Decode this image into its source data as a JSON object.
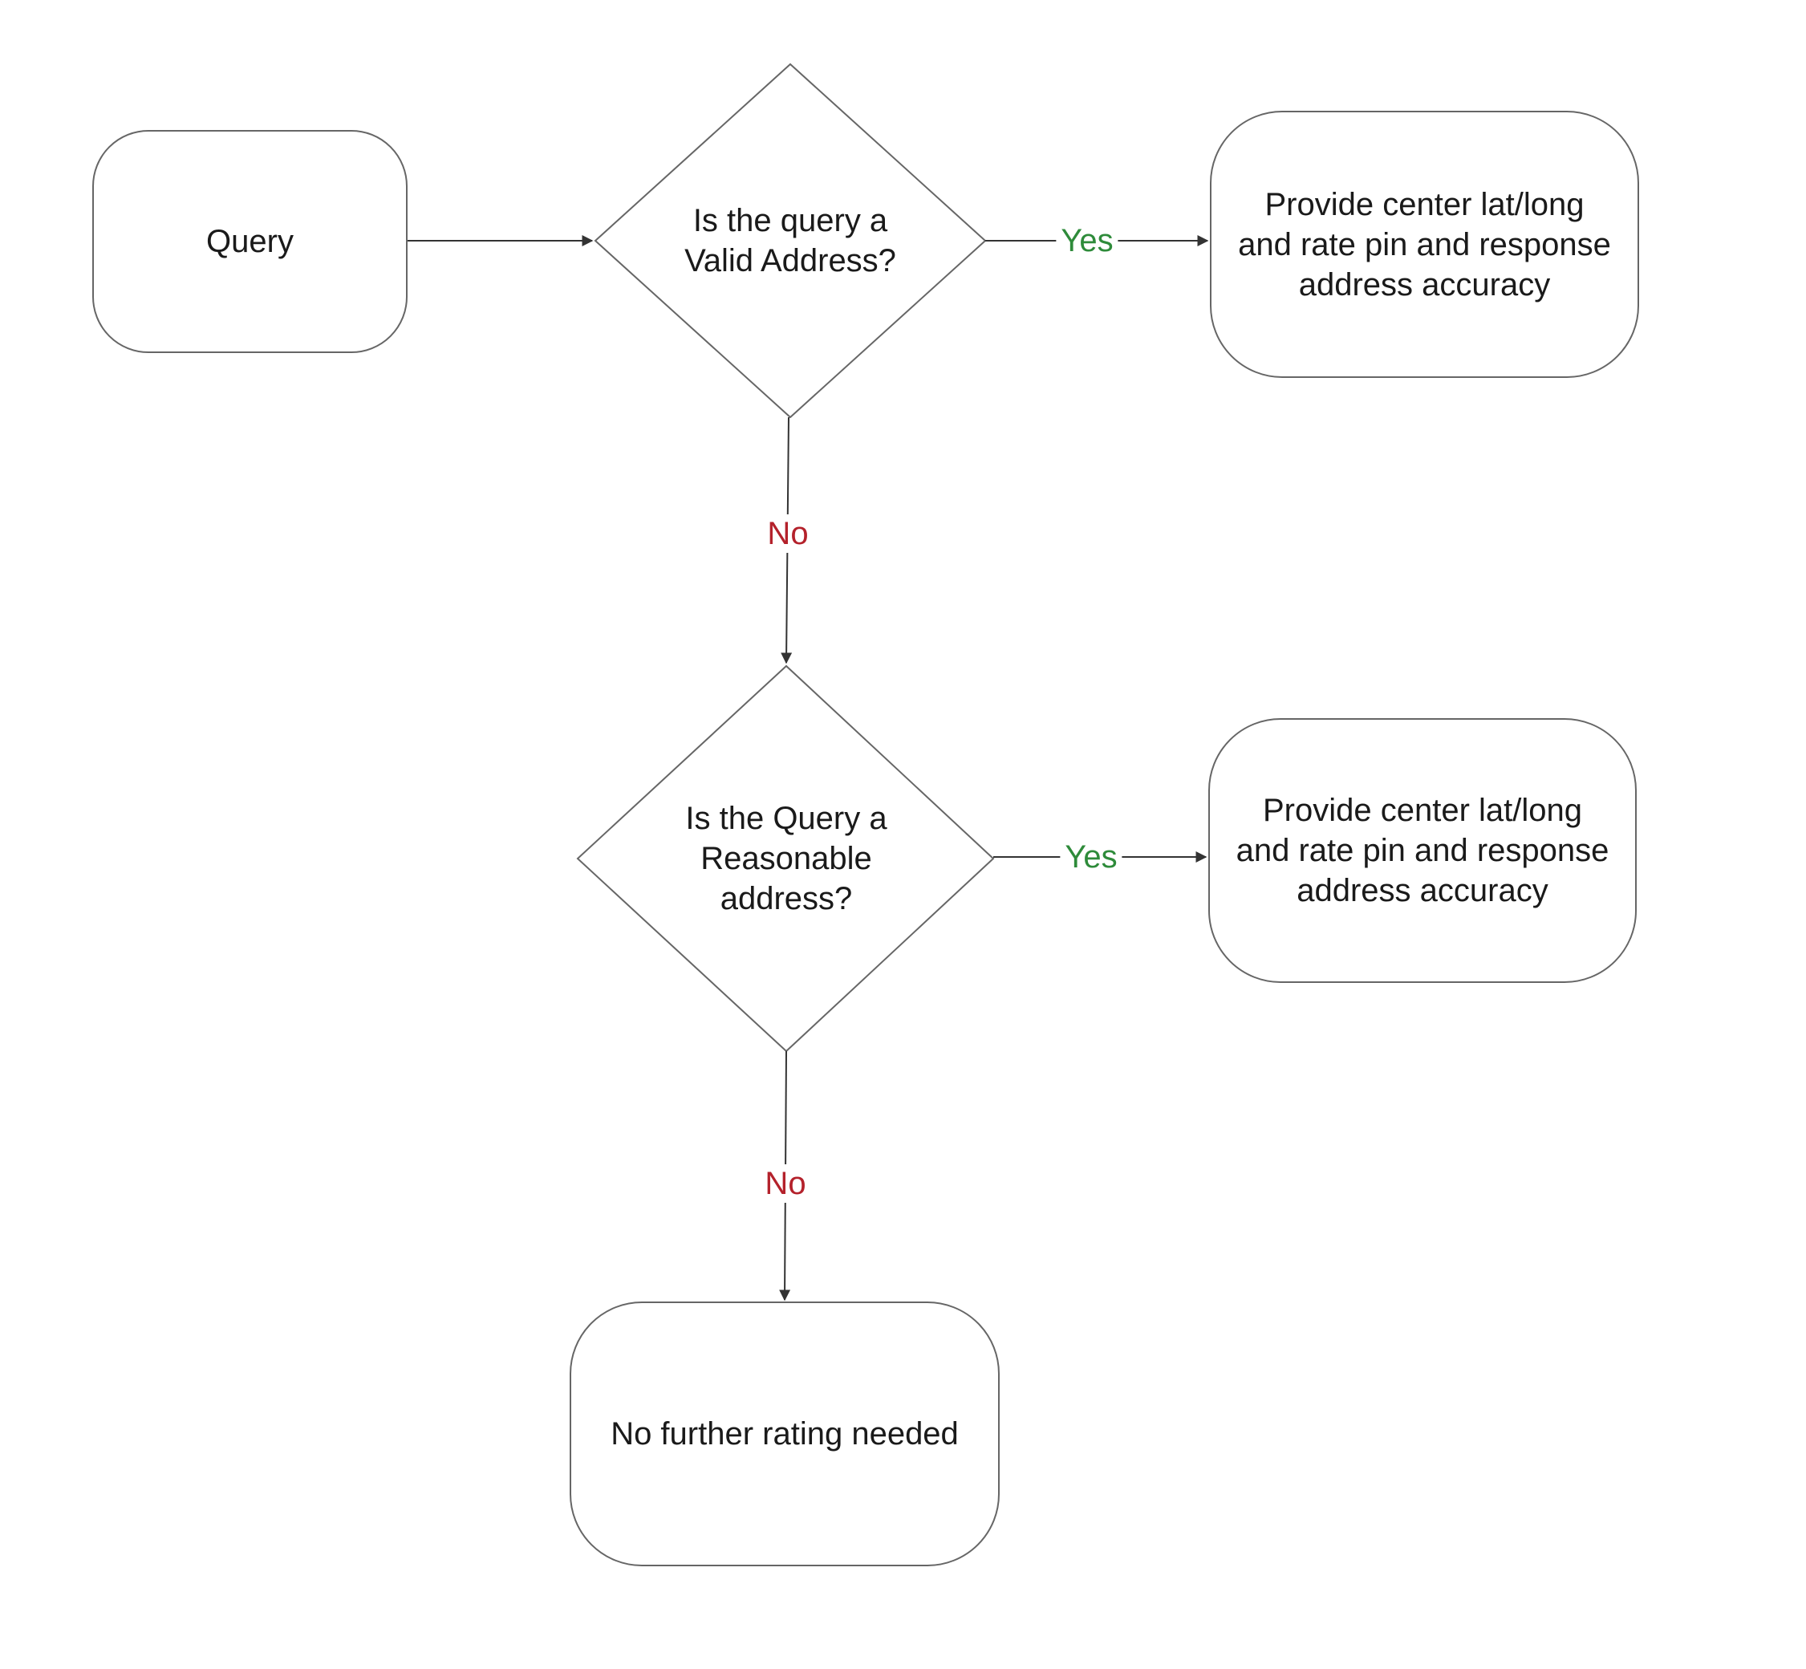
{
  "diagram": {
    "nodes": {
      "query": {
        "text": "Query",
        "shape": "rounded-rect"
      },
      "decision_valid": {
        "text": "Is the query a\nValid Address?",
        "shape": "diamond"
      },
      "result_valid": {
        "text": "Provide center lat/long\nand rate pin and response\naddress accuracy",
        "shape": "rounded-rect"
      },
      "decision_reasonable": {
        "text": "Is the Query a\nReasonable\naddress?",
        "shape": "diamond"
      },
      "result_reasonable": {
        "text": "Provide center lat/long\nand rate pin and response\naddress accuracy",
        "shape": "rounded-rect"
      },
      "result_none": {
        "text": "No further rating needed",
        "shape": "rounded-rect"
      }
    },
    "edges": [
      {
        "from": "query",
        "to": "decision_valid",
        "label": ""
      },
      {
        "from": "decision_valid",
        "to": "result_valid",
        "label": "Yes"
      },
      {
        "from": "decision_valid",
        "to": "decision_reasonable",
        "label": "No"
      },
      {
        "from": "decision_reasonable",
        "to": "result_reasonable",
        "label": "Yes"
      },
      {
        "from": "decision_reasonable",
        "to": "result_none",
        "label": "No"
      }
    ],
    "colors": {
      "stroke": "#666666",
      "yes": "#2e8b3a",
      "no": "#b4212b",
      "text": "#1a1a1a"
    }
  }
}
